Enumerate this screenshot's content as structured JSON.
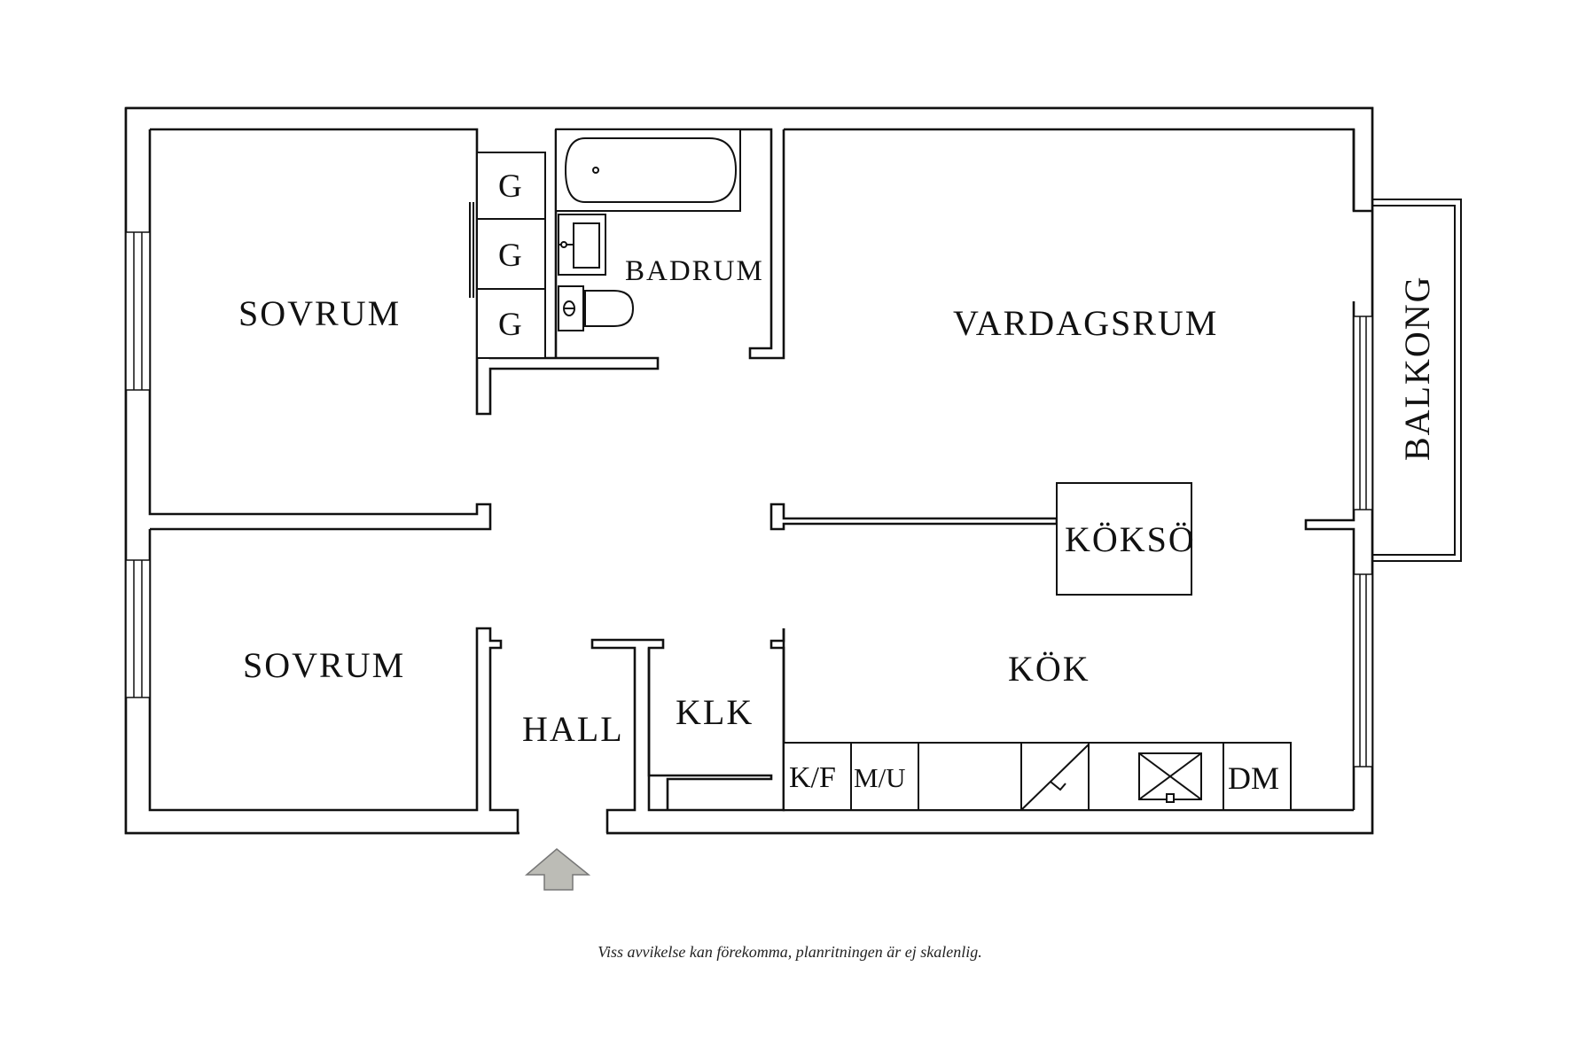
{
  "rooms": {
    "sovrum_top": "SOVRUM",
    "sovrum_bottom": "SOVRUM",
    "badrum": "BADRUM",
    "vardagsrum": "VARDAGSRUM",
    "balkong": "BALKONG",
    "koksö": "KÖKSÖ",
    "kok": "KÖK",
    "hall": "HALL",
    "klk": "KLK"
  },
  "wardrobes": [
    "G",
    "G",
    "G"
  ],
  "kitchen": {
    "kf": "K/F",
    "mu": "M/U",
    "dm": "DM"
  },
  "icons": [
    "bathtub-icon",
    "sink-icon",
    "toilet-icon",
    "stove-icon",
    "kitchen-sink-icon",
    "entrance-arrow-icon"
  ],
  "colors": {
    "wall": "#111111",
    "entrance_arrow": "#bcbcb6"
  },
  "footer": {
    "disclaimer": "Viss avvikelse kan förekomma, planritningen är ej skalenlig."
  }
}
